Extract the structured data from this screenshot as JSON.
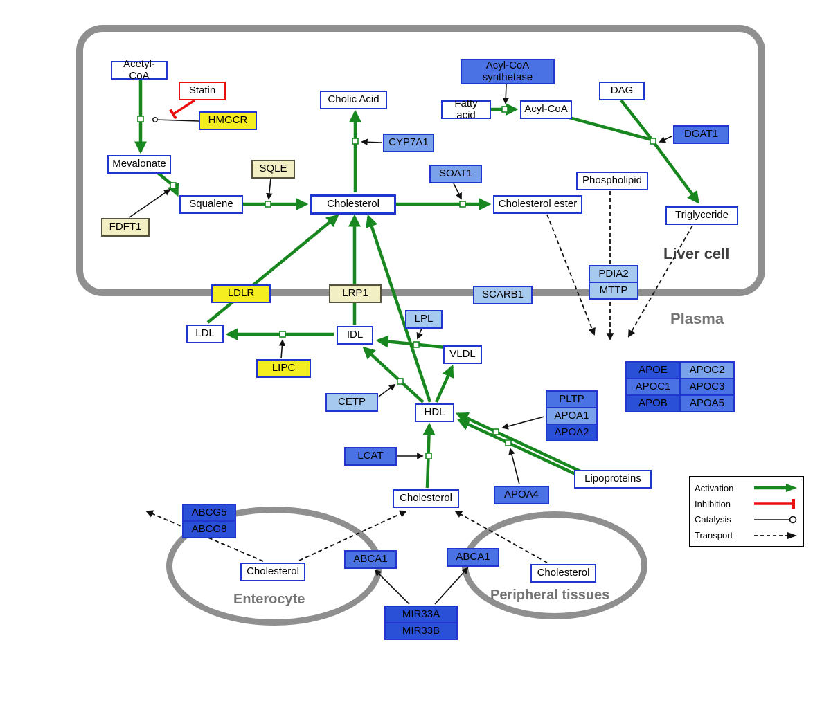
{
  "compartments": {
    "liver_cell": "Liver cell",
    "plasma": "Plasma",
    "enterocyte": "Enterocyte",
    "peripheral_tissues": "Peripheral tissues"
  },
  "nodes": {
    "acetyl_coa": "Acetyl-CoA",
    "statin": "Statin",
    "hmgcr": "HMGCR",
    "mevalonate": "Mevalonate",
    "fdft1": "FDFT1",
    "squalene": "Squalene",
    "sqle": "SQLE",
    "cholic_acid": "Cholic Acid",
    "cyp7a1": "CYP7A1",
    "cholesterol_liver": "Cholesterol",
    "soat1": "SOAT1",
    "cholesterol_ester": "Cholesterol ester",
    "acyl_coa_synthetase": "Acyl-CoA synthetase",
    "fatty_acid": "Fatty acid",
    "acyl_coa": "Acyl-CoA",
    "dag": "DAG",
    "dgat1": "DGAT1",
    "phospholipid": "Phospholipid",
    "triglyceride": "Triglyceride",
    "pdia2": "PDIA2",
    "mttp": "MTTP",
    "ldlr": "LDLR",
    "lrp1": "LRP1",
    "scarb1": "SCARB1",
    "ldl": "LDL",
    "idl": "IDL",
    "lpl": "LPL",
    "vldl": "VLDL",
    "lipc": "LIPC",
    "cetp": "CETP",
    "hdl": "HDL",
    "lcat": "LCAT",
    "pltp": "PLTP",
    "apoa1": "APOA1",
    "apoa2": "APOA2",
    "apoa4": "APOA4",
    "lipoproteins": "Lipoproteins",
    "apoe": "APOE",
    "apoc2": "APOC2",
    "apoc1": "APOC1",
    "apoc3": "APOC3",
    "apob": "APOB",
    "apoa5": "APOA5",
    "cholesterol_plasma": "Cholesterol",
    "abcg5": "ABCG5",
    "abcg8": "ABCG8",
    "cholesterol_enterocyte": "Cholesterol",
    "abca1_enterocyte": "ABCA1",
    "abca1_peripheral": "ABCA1",
    "cholesterol_peripheral": "Cholesterol",
    "mir33a": "MIR33A",
    "mir33b": "MIR33B"
  },
  "legend": {
    "activation": "Activation",
    "inhibition": "Inhibition",
    "catalysis": "Catalysis",
    "transport": "Transport"
  },
  "colors": {
    "activation": "#18871f",
    "inhibition": "#e90f0f",
    "catalysis": "#111111",
    "transport": "#111111",
    "membrane": "#8f8f8f",
    "gene_dark": "#2b50d8",
    "gene_mid": "#4a72e4",
    "gene_light": "#7aa2ea",
    "gene_pale": "#a6c9f0",
    "drug_yellow": "#f4ee20",
    "enzyme_pale_yellow": "#f3efc4"
  }
}
